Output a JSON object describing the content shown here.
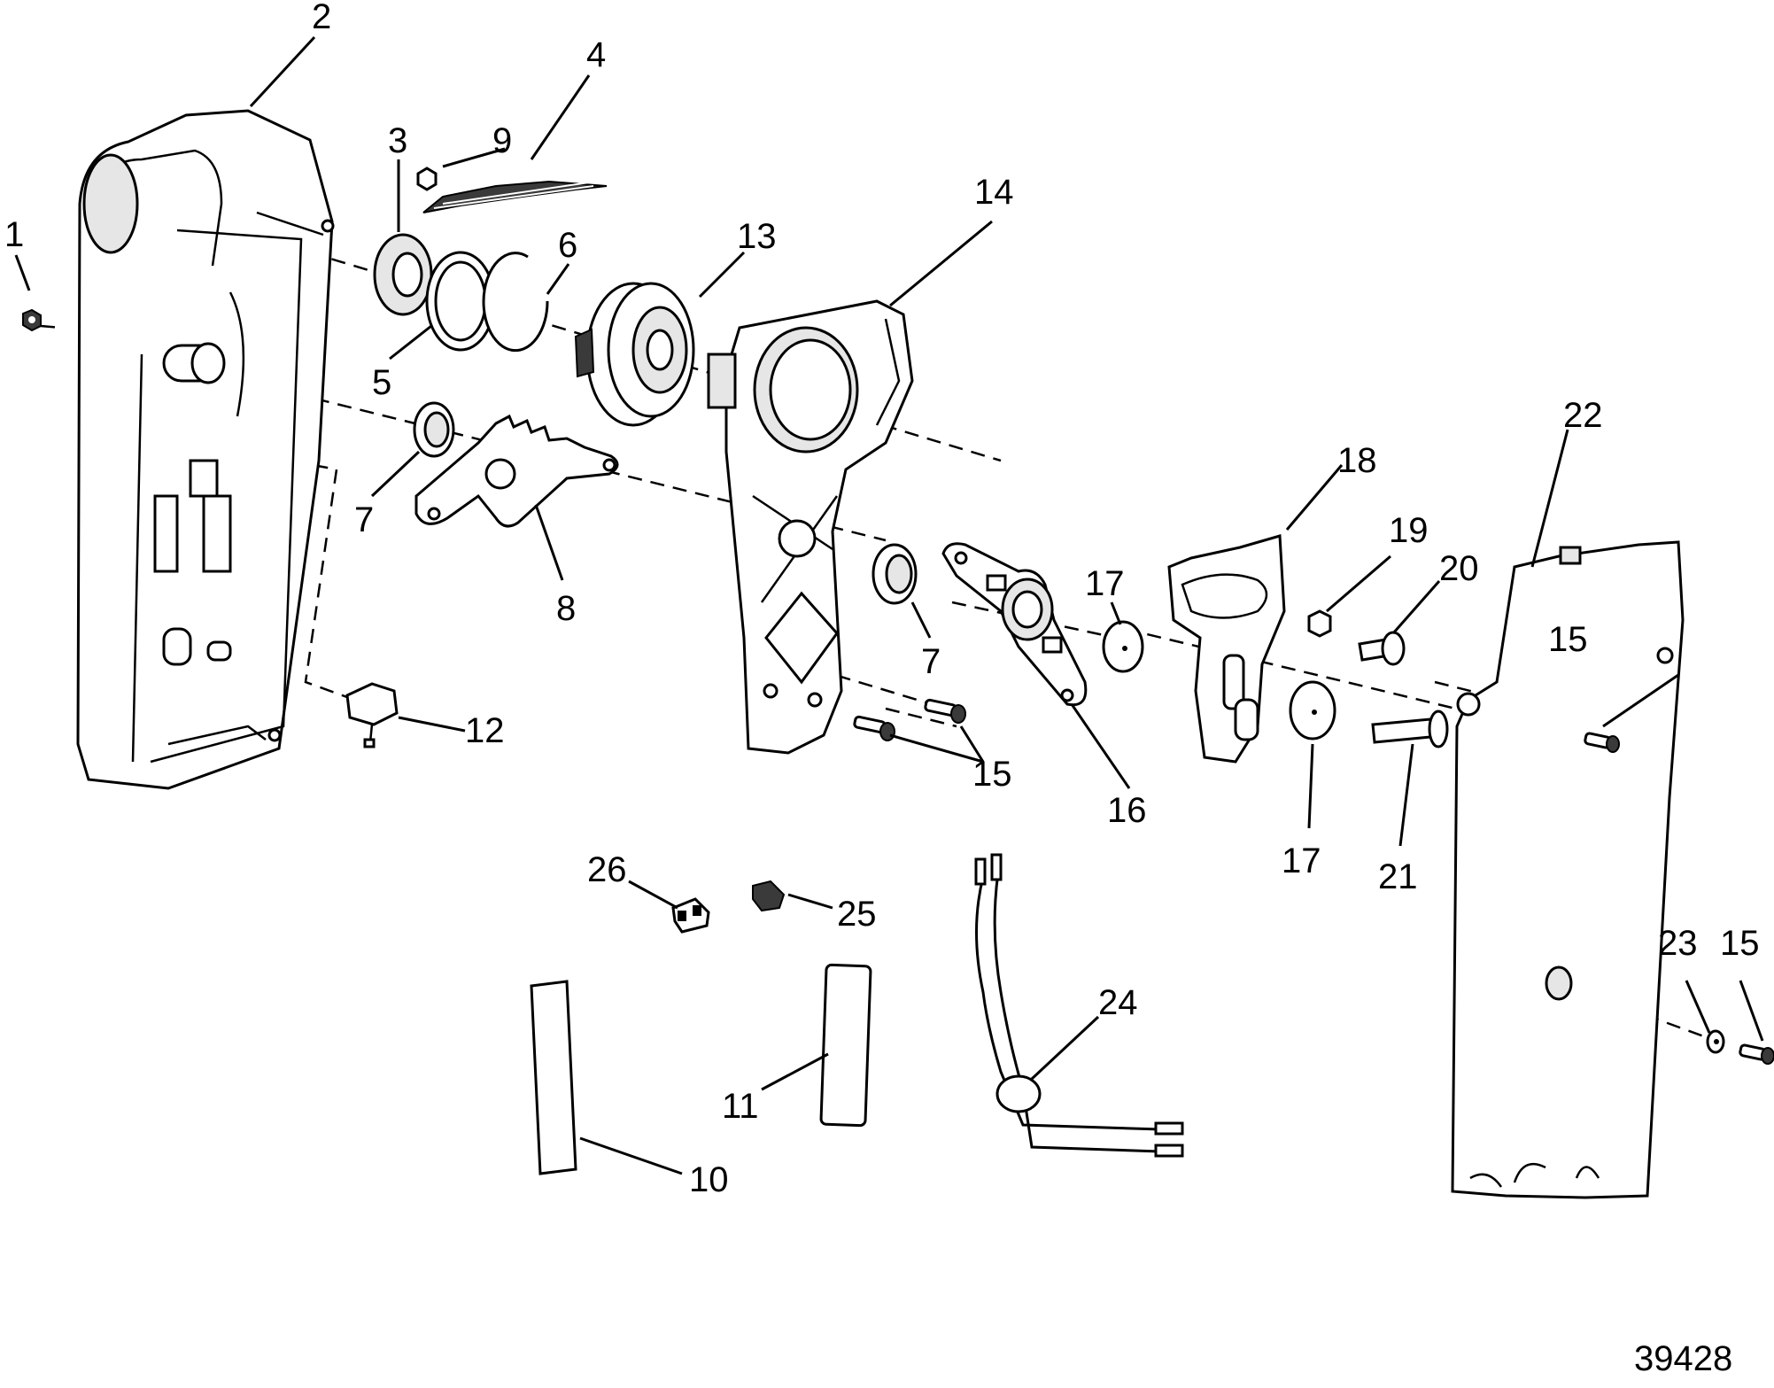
{
  "diagram": {
    "figure_id": "39428",
    "labels": {
      "l1": "1",
      "l2": "2",
      "l3": "3",
      "l4": "4",
      "l5": "5",
      "l6": "6",
      "l7a": "7",
      "l7b": "7",
      "l8": "8",
      "l9": "9",
      "l10": "10",
      "l11": "11",
      "l12": "12",
      "l13": "13",
      "l14": "14",
      "l15a": "15",
      "l15b": "15",
      "l15c": "15",
      "l16": "16",
      "l17a": "17",
      "l17b": "17",
      "l18": "18",
      "l19": "19",
      "l20": "20",
      "l21": "21",
      "l22": "22",
      "l23": "23",
      "l24": "24",
      "l25": "25",
      "l26": "26"
    }
  }
}
